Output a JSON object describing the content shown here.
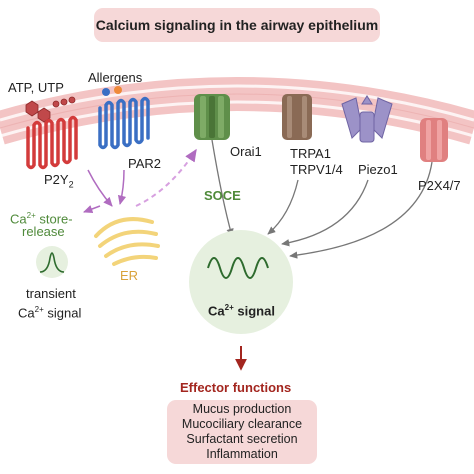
{
  "title": "Calcium signaling in the airway epithelium",
  "ligands": {
    "atp_utp": "ATP, UTP",
    "allergens": "Allergens"
  },
  "receptors": {
    "p2y2": {
      "base": "P2Y",
      "sub": "2"
    },
    "par2": "PAR2",
    "orai1": "Orai1",
    "trpa1": "TRPA1",
    "trpv": "TRPV1/4",
    "piezo1": "Piezo1",
    "p2x": "P2X4/7"
  },
  "soce": "SOCE",
  "store_release": {
    "pre": "Ca",
    "sup": "2+",
    "post": " store-",
    "line2": "release"
  },
  "er": "ER",
  "transient": {
    "line1": "transient",
    "pre": "Ca",
    "sup": "2+",
    "post": " signal"
  },
  "ca_signal": {
    "pre": "Ca",
    "sup": "2+",
    "post": " signal"
  },
  "effector": {
    "heading": "Effector functions",
    "items": [
      "Mucus production",
      "Mucociliary clearance",
      "Surfactant secretion",
      "Inflammation"
    ]
  },
  "colors": {
    "membrane": "#f3c4c4",
    "p2y2": "#d33b3b",
    "par2": "#3a6fc4",
    "orai1": "#5f8f4a",
    "trp": "#8a6a55",
    "piezo": "#9c92c8",
    "p2x": "#e08080",
    "signal_circle": "#e6f0df",
    "er": "#f3d47a",
    "arrow_purple": "#b06cc0",
    "effector_text": "#a3261f"
  },
  "icons": [
    "atp-molecule-icon",
    "allergen-dots-icon",
    "calcium-wave-icon",
    "transient-peak-icon",
    "endoplasmic-reticulum-icon"
  ]
}
